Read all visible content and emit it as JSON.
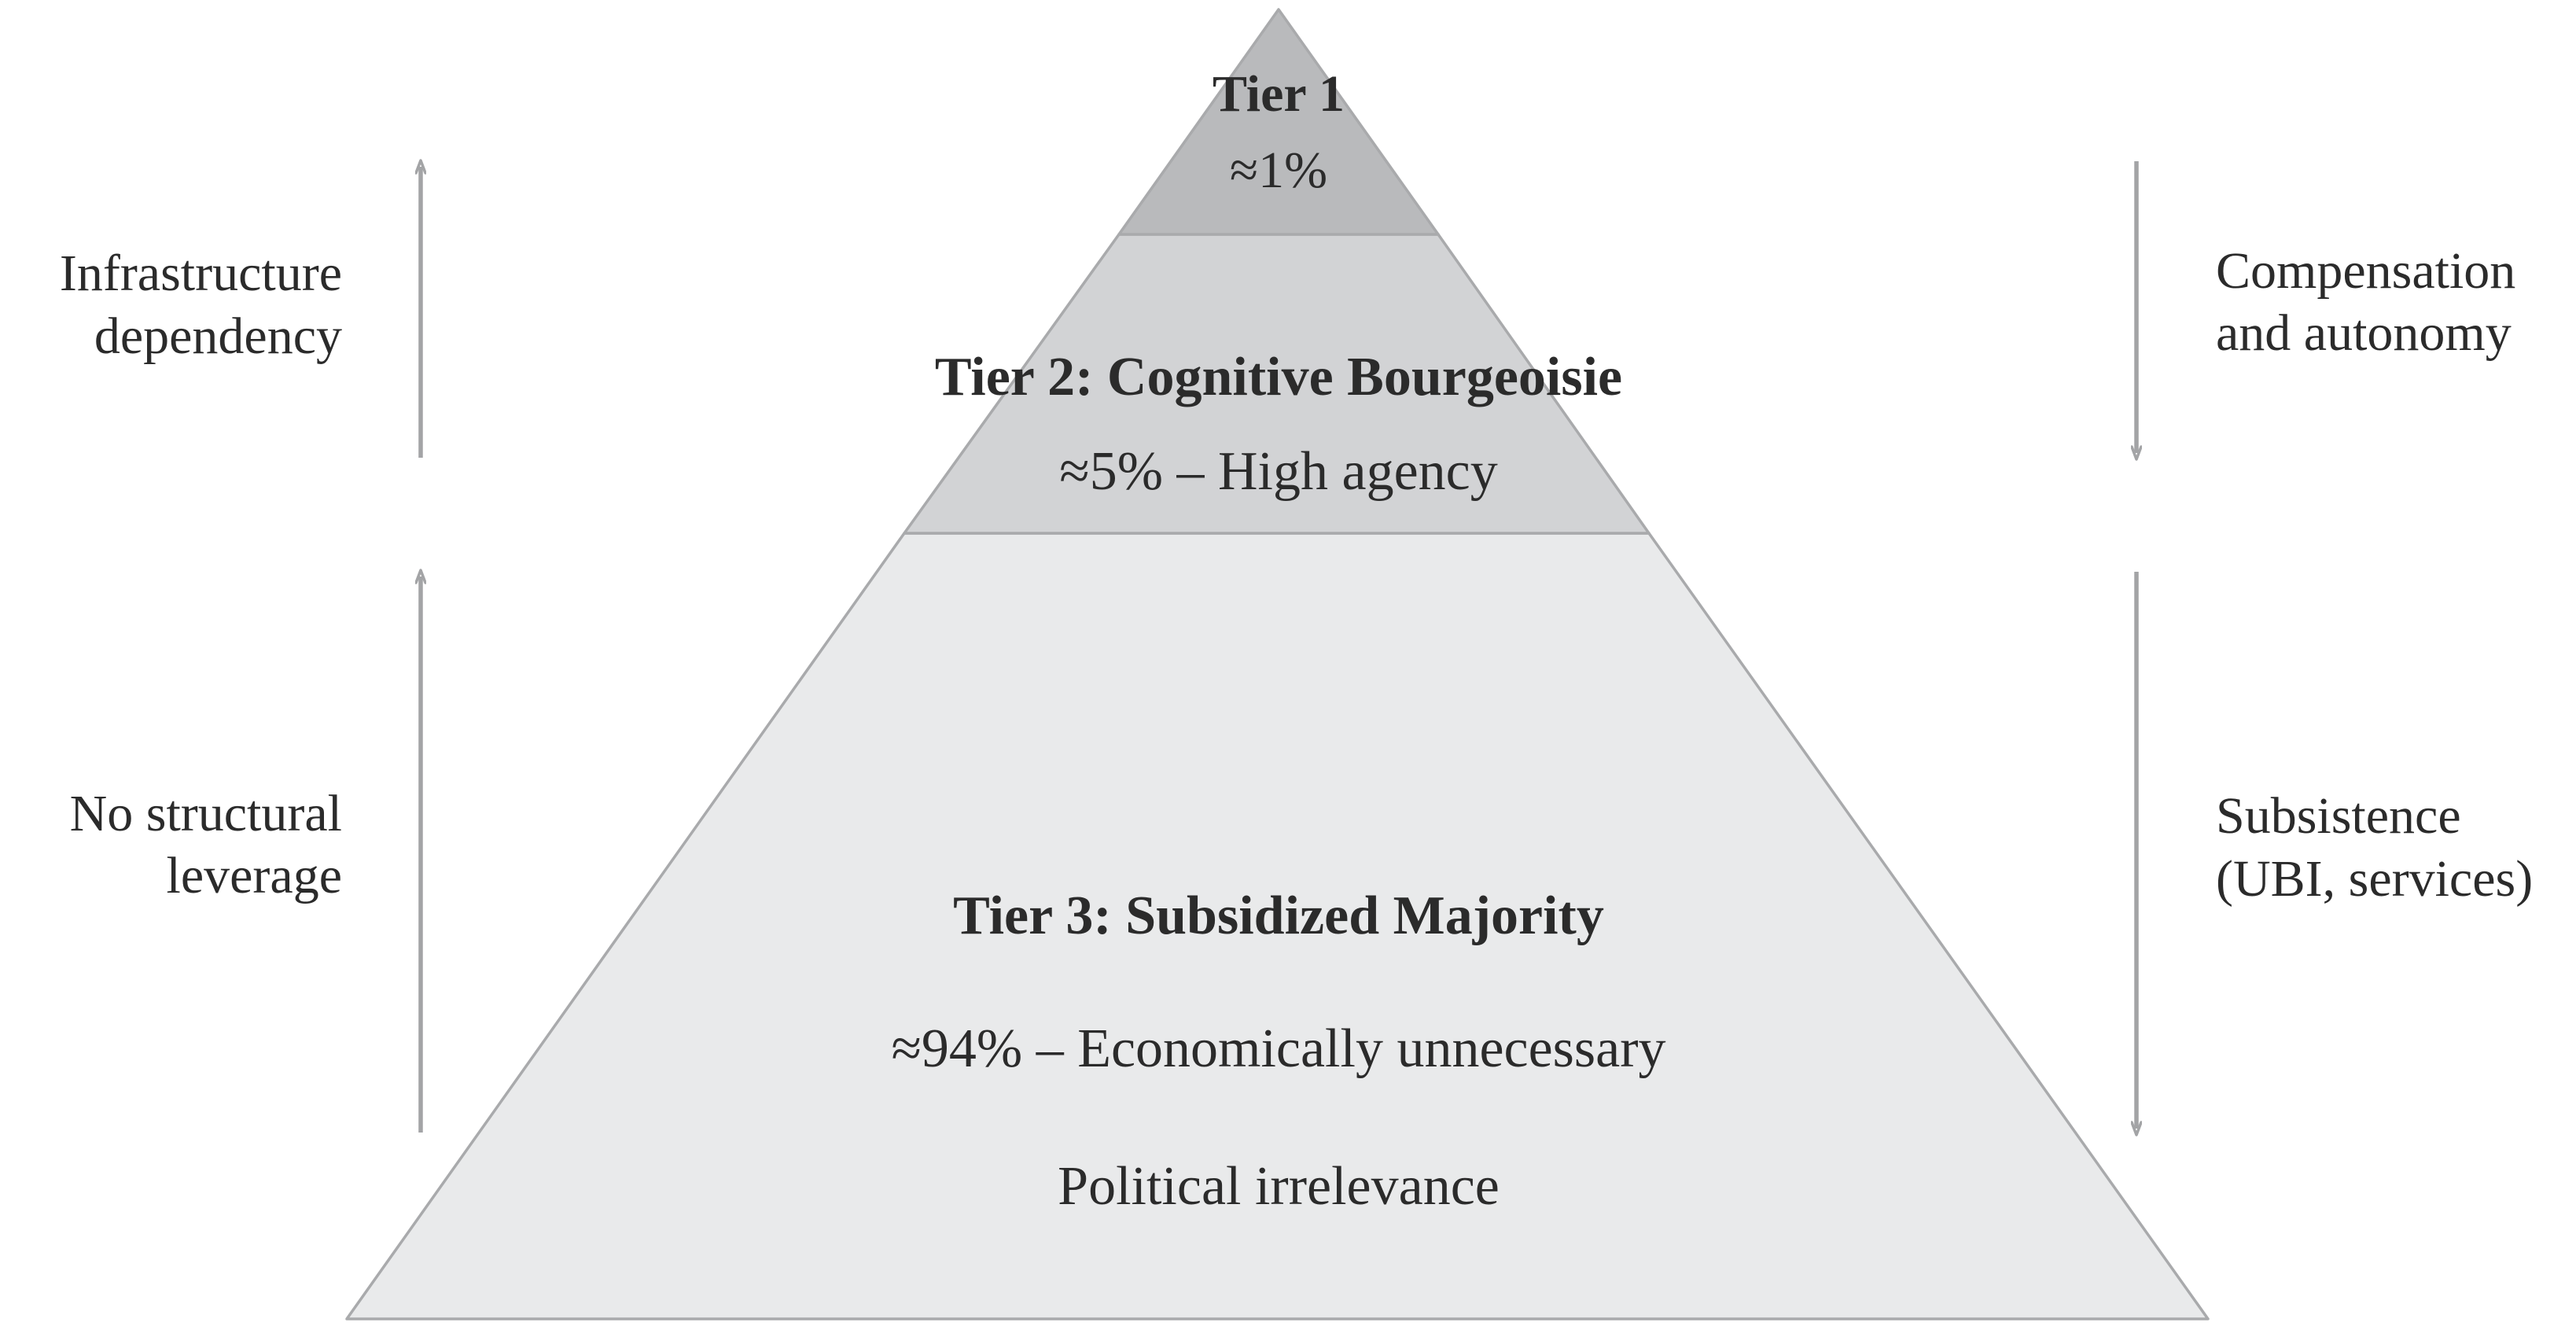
{
  "pyramid": {
    "tiers": [
      {
        "title": "Tier 1",
        "share": "≈1%",
        "description": ""
      },
      {
        "title": "Tier 2: Cognitive Bourgeoisie",
        "share": "≈5% – High agency",
        "description": ""
      },
      {
        "title": "Tier 3: Subsidized Majority",
        "share": "≈94% – Economically unnecessary",
        "description": "Political irrelevance"
      }
    ]
  },
  "left_annotations": [
    {
      "lines": [
        "Infrastructure",
        "dependency"
      ],
      "arrow": "up"
    },
    {
      "lines": [
        "No structural",
        "leverage"
      ],
      "arrow": "up"
    }
  ],
  "right_annotations": [
    {
      "lines": [
        "Compensation",
        "and autonomy"
      ],
      "arrow": "down"
    },
    {
      "lines": [
        "Subsistence",
        "(UBI, services)"
      ],
      "arrow": "down"
    }
  ],
  "colors": {
    "tier1_fill": "#b9babc",
    "tier2_fill": "#d2d3d5",
    "tier3_fill": "#e9eaeb",
    "outline": "#a9aaac",
    "arrow": "#a3a4a6",
    "text": "#2b2b2b"
  }
}
